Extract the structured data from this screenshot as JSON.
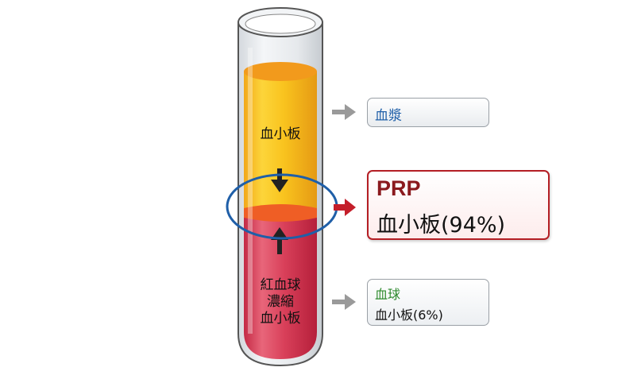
{
  "tube": {
    "plasma_label": "血小板",
    "rbc_label_lines": [
      "紅血球",
      "濃縮",
      "血小板"
    ]
  },
  "boxes": {
    "plasma": {
      "title": "血漿"
    },
    "prp": {
      "title": "PRP",
      "subtitle": "血小板(94%)"
    },
    "rbc": {
      "title": "血球",
      "subtitle": "血小板(6%)"
    }
  },
  "colors": {
    "plasma_top": "#f3a21c",
    "plasma_body": "#f7c21c",
    "rbc_body": "#d8344f",
    "buffy_coat": "#f05a22",
    "circle": "#1f5fa8",
    "plasma_title": "#1f5fa8",
    "rbc_title": "#2e8b2e",
    "prp_title": "#8b1a1e",
    "arrow_gray": "#9a9a9a",
    "arrow_red": "#c41e2a"
  },
  "icons": [
    "arrow-down-icon",
    "arrow-up-icon",
    "arrow-right-icon"
  ]
}
